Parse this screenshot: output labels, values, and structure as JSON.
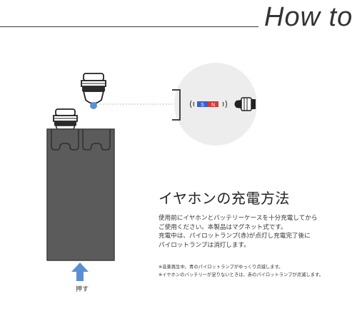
{
  "header": {
    "title": "How to"
  },
  "illustration": {
    "magnet_south_label": "S",
    "magnet_north_label": "N",
    "push_label": "押す"
  },
  "content": {
    "heading": "イヤホンの充電方法",
    "body_lines": [
      "使用前にイヤホンとバッテリーケースを十分充電してから",
      "ご使用ください。本製品はマグネット式です。",
      "充電中は、パイロットランプ(赤)が点灯し充電完了後に",
      "パイロットランプは消灯します。"
    ],
    "notes": [
      "※音楽再生中、青のパイロットランプがゆっくり点滅します。",
      "※イヤホンのバッテリーが足りないときは、赤のパイロットランプが点滅します。"
    ]
  },
  "colors": {
    "case_body": "#5b5b5b",
    "arrow_blue": "#5b8fd2",
    "magnet_blue": "#3b5fd0",
    "magnet_red": "#d23a3a",
    "zoom_circle": "#ececec",
    "led_blue": "#5b8fd9"
  }
}
